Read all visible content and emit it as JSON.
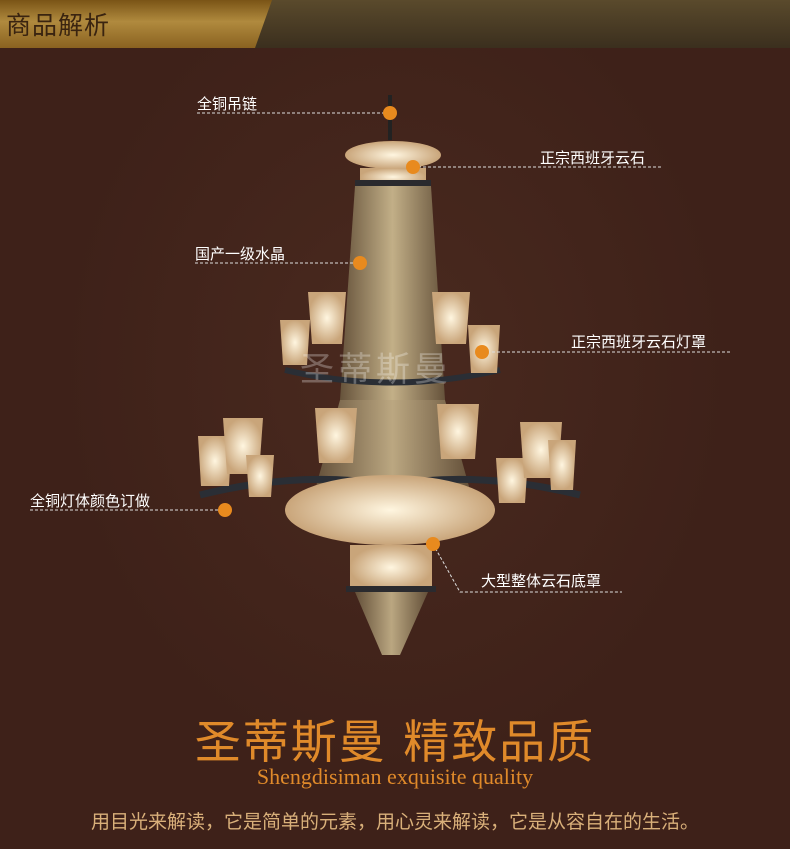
{
  "header": {
    "title": "商品解析"
  },
  "callouts": {
    "chain": "全铜吊链",
    "top_stone": "正宗西班牙云石",
    "crystal": "国产一级水晶",
    "shade": "正宗西班牙云石灯罩",
    "body": "全铜灯体颜色订做",
    "bottom": "大型整体云石底罩"
  },
  "watermark": "圣蒂斯曼",
  "footer": {
    "title": "圣蒂斯曼  精致品质",
    "subtitle": "Shengdisiman exquisite quality",
    "slogan": "用目光来解读，它是简单的元素，用心灵来解读，它是从容自在的生活。"
  },
  "colors": {
    "background": "#3e2119",
    "accent": "#e08a2a",
    "dot": "#e88a1e",
    "slogan": "#d9b07a"
  }
}
